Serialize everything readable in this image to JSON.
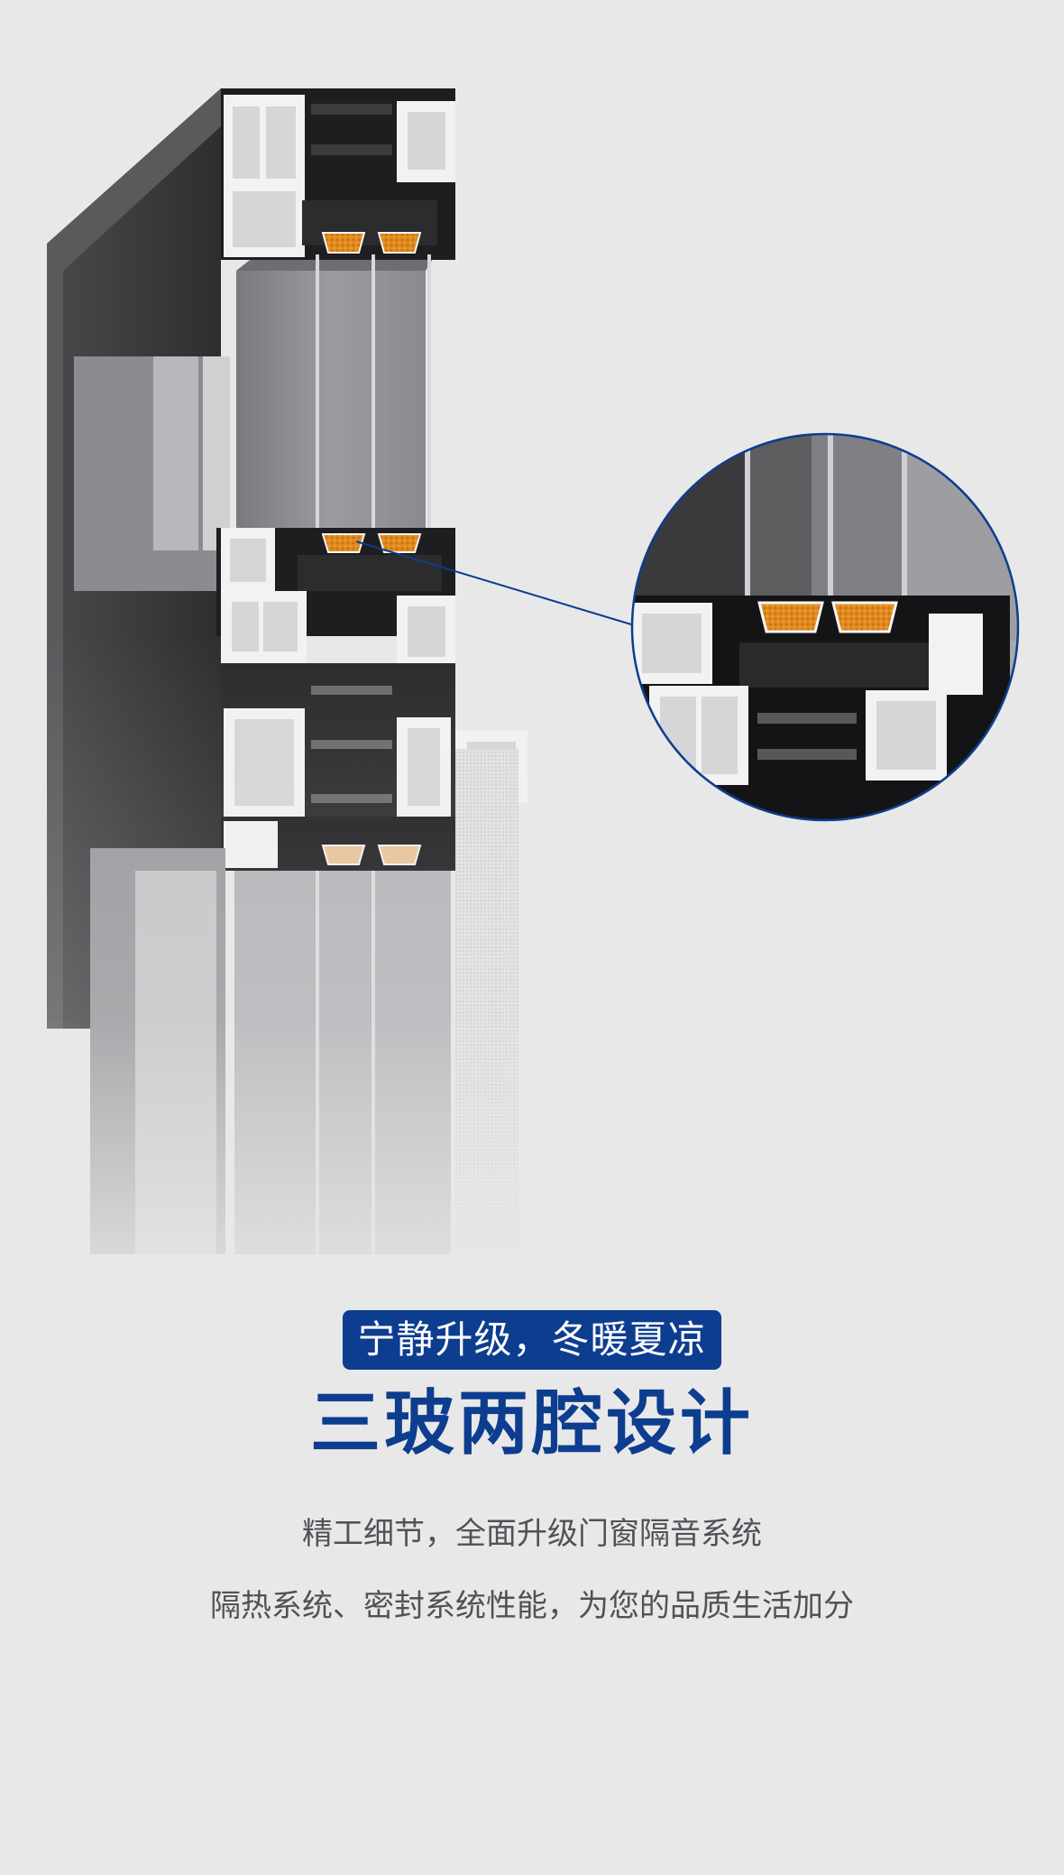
{
  "illustration": {
    "subject": "三玻两腔 window frame cross-section",
    "icons": [
      "window-profile-illustration",
      "magnifier-detail-icon"
    ],
    "colors": {
      "frame_dark": "#3a3a3c",
      "profile_white": "#f2f2f2",
      "insulation_orange": "#e08a1e",
      "callout_blue": "#0d3d8f"
    }
  },
  "text": {
    "tagline": "宁静升级，冬暖夏凉",
    "headline": "三玻两腔设计",
    "line1": "精工细节，全面升级门窗隔音系统",
    "line2": "隔热系统、密封系统性能，为您的品质生活加分"
  },
  "colors": {
    "background": "#e8e8e9",
    "accent": "#0d3d8f",
    "body_text": "#505256"
  }
}
